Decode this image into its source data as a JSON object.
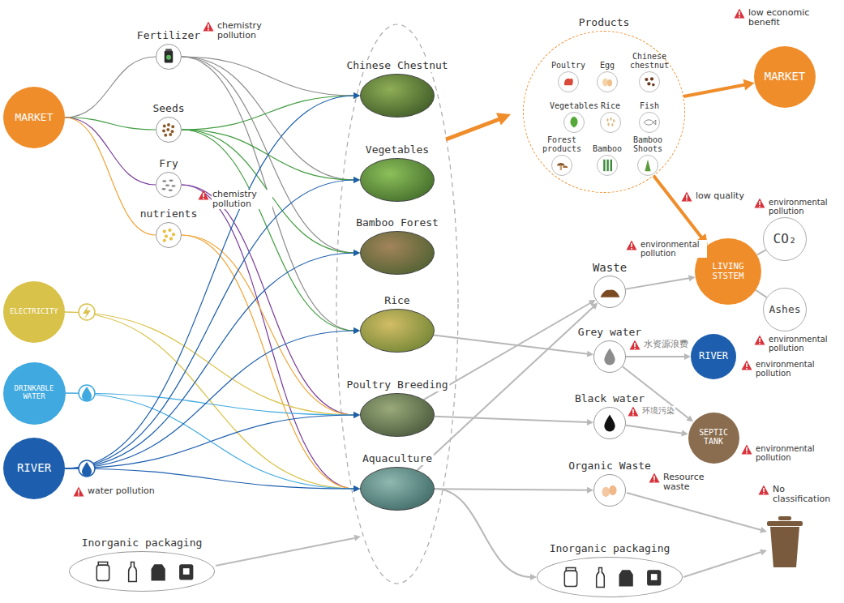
{
  "diagram": {
    "nodes": [
      {
        "text": [
          "MARKET"
        ]
      },
      {
        "text": [
          "Fertilizer"
        ]
      },
      {
        "text": [
          "Seeds"
        ]
      },
      {
        "text": [
          "Fry"
        ]
      },
      {
        "text": [
          "nutrients"
        ]
      },
      {
        "text": [
          "ELECTRICITY"
        ]
      },
      {
        "text": [
          "DRINKABLE WATER"
        ]
      },
      {
        "text": [
          "RIVER"
        ]
      },
      {
        "text": [
          "Inorganic packaging"
        ]
      },
      {
        "text": [
          "Chinese Chestnut"
        ]
      },
      {
        "text": [
          "Vegetables"
        ]
      },
      {
        "text": [
          "Bamboo Forest"
        ]
      },
      {
        "text": [
          "Rice"
        ]
      },
      {
        "text": [
          "Poultry Breeding"
        ]
      },
      {
        "text": [
          "Aquaculture"
        ]
      },
      {
        "text": [
          "Products"
        ]
      },
      {
        "text": [
          "Poultry"
        ],
        "in": 15
      },
      {
        "text": [
          "Egg"
        ],
        "in": 15
      },
      {
        "text": [
          "Chinese chestnut"
        ],
        "in": 15
      },
      {
        "text": [
          "Vegetables"
        ],
        "in": 15
      },
      {
        "text": [
          "Rice"
        ],
        "in": 15
      },
      {
        "text": [
          "Fish"
        ],
        "in": 15
      },
      {
        "text": [
          "Forest products"
        ],
        "in": 15
      },
      {
        "text": [
          "Bamboo"
        ],
        "in": 15
      },
      {
        "text": [
          "Bamboo Shoots"
        ],
        "in": 15
      },
      {
        "text": [
          "MARKET"
        ]
      },
      {
        "text": [
          "Waste"
        ]
      },
      {
        "text": [
          "LIVING STSTEM"
        ]
      },
      {
        "text": [
          "CO₂"
        ]
      },
      {
        "text": [
          "Ashes"
        ]
      },
      {
        "text": [
          "Grey water"
        ]
      },
      {
        "text": [
          "RIVER"
        ]
      },
      {
        "text": [
          "Black water"
        ]
      },
      {
        "text": [
          "SEPTIC TANK"
        ]
      },
      {
        "text": [
          "Organic Waste"
        ]
      },
      {
        "text": [
          "Inorganic packaging"
        ]
      }
    ],
    "edges": [
      {
        "from": 0,
        "to": 1,
        "arrow": "none"
      },
      {
        "from": 0,
        "to": 2,
        "arrow": "none"
      },
      {
        "from": 0,
        "to": 3,
        "arrow": "none"
      },
      {
        "from": 0,
        "to": 4,
        "arrow": "none"
      },
      {
        "from": 1,
        "to": 9,
        "arrow": "to"
      },
      {
        "from": 1,
        "to": 10,
        "arrow": "to"
      },
      {
        "from": 1,
        "to": 11,
        "arrow": "to"
      },
      {
        "from": 1,
        "to": 12,
        "arrow": "to"
      },
      {
        "from": 2,
        "to": 9,
        "arrow": "to"
      },
      {
        "from": 2,
        "to": 10,
        "arrow": "to"
      },
      {
        "from": 2,
        "to": 11,
        "arrow": "to"
      },
      {
        "from": 2,
        "to": 12,
        "arrow": "to"
      },
      {
        "from": 3,
        "to": 13,
        "arrow": "to"
      },
      {
        "from": 3,
        "to": 14,
        "arrow": "to"
      },
      {
        "from": 4,
        "to": 13,
        "arrow": "to"
      },
      {
        "from": 4,
        "to": 14,
        "arrow": "to"
      },
      {
        "from": 5,
        "to": 13,
        "arrow": "to"
      },
      {
        "from": 5,
        "to": 14,
        "arrow": "to"
      },
      {
        "from": 6,
        "to": 13,
        "arrow": "to"
      },
      {
        "from": 6,
        "to": 14,
        "arrow": "to"
      },
      {
        "from": 7,
        "to": 9,
        "arrow": "to"
      },
      {
        "from": 7,
        "to": 10,
        "arrow": "to"
      },
      {
        "from": 7,
        "to": 11,
        "arrow": "to"
      },
      {
        "from": 7,
        "to": 12,
        "arrow": "to"
      },
      {
        "from": 7,
        "to": 13,
        "arrow": "to"
      },
      {
        "from": 7,
        "to": 14,
        "arrow": "to"
      },
      {
        "from": 15,
        "to": 25,
        "arrow": "to"
      },
      {
        "from": 15,
        "to": 27,
        "arrow": "to"
      },
      {
        "from": 26,
        "to": 27,
        "arrow": "to"
      },
      {
        "from": 27,
        "to": 28,
        "arrow": "none"
      },
      {
        "from": 27,
        "to": 29,
        "arrow": "none"
      },
      {
        "from": 12,
        "to": 30,
        "arrow": "to"
      },
      {
        "from": 13,
        "to": 26,
        "arrow": "to"
      },
      {
        "from": 13,
        "to": 32,
        "arrow": "to"
      },
      {
        "from": 14,
        "to": 34,
        "arrow": "to"
      },
      {
        "from": 14,
        "to": 26,
        "arrow": "to"
      },
      {
        "from": 14,
        "to": 35,
        "arrow": "to"
      },
      {
        "from": 30,
        "to": 31,
        "arrow": "to"
      },
      {
        "from": 32,
        "to": 33,
        "arrow": "to"
      },
      {
        "from": 30,
        "to": 33,
        "arrow": "to"
      }
    ],
    "labels": [
      "chemistry pollution",
      "chemistry pollution",
      "water pollution",
      "low economic benefit",
      "low quality",
      "environmental pollution",
      "environmental pollution",
      "environmental pollution",
      "水资源浪费",
      "environmental pollution",
      "环境污染",
      "environmental pollution",
      "Resource waste",
      "No classification"
    ]
  }
}
